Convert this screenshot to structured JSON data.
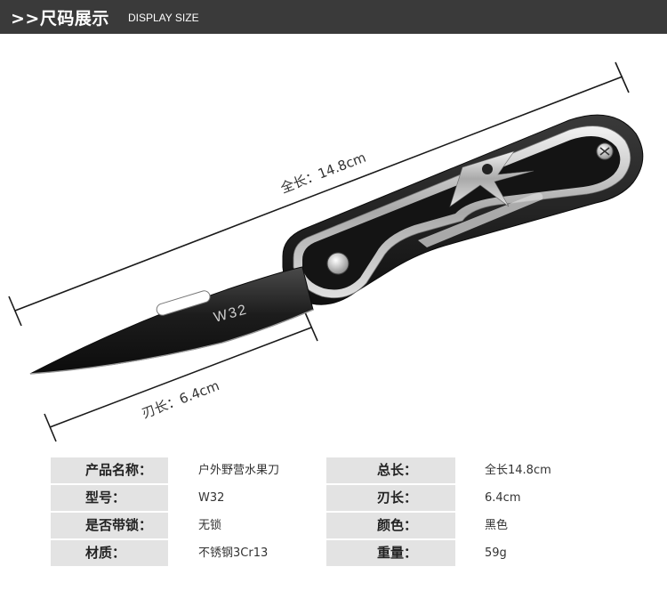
{
  "header": {
    "title": ">>尺码展示",
    "subtitle": "DISPLAY SIZE"
  },
  "dimensions": {
    "total_length": "全长：14.8cm",
    "blade_length": "刃长：6.4cm"
  },
  "knife": {
    "blade_marking": "W32"
  },
  "specs": [
    {
      "label": "产品名称：",
      "value": "户外野营水果刀",
      "label2": "总长：",
      "value2": "全长14.8cm"
    },
    {
      "label": "型号：",
      "value": "W32",
      "label2": "刃长：",
      "value2": "6.4cm"
    },
    {
      "label": "是否带锁：",
      "value": "无锁",
      "label2": "颜色：",
      "value2": "黑色"
    },
    {
      "label": "材质：",
      "value": "不锈钢3Cr13",
      "label2": "重量：",
      "value2": "59g"
    }
  ],
  "colors": {
    "header_bg": "#3a3a3a",
    "table_row_bg": "#e3e3e3",
    "knife_dark": "#1e1e1e",
    "knife_silver": "#c9c9c9"
  }
}
